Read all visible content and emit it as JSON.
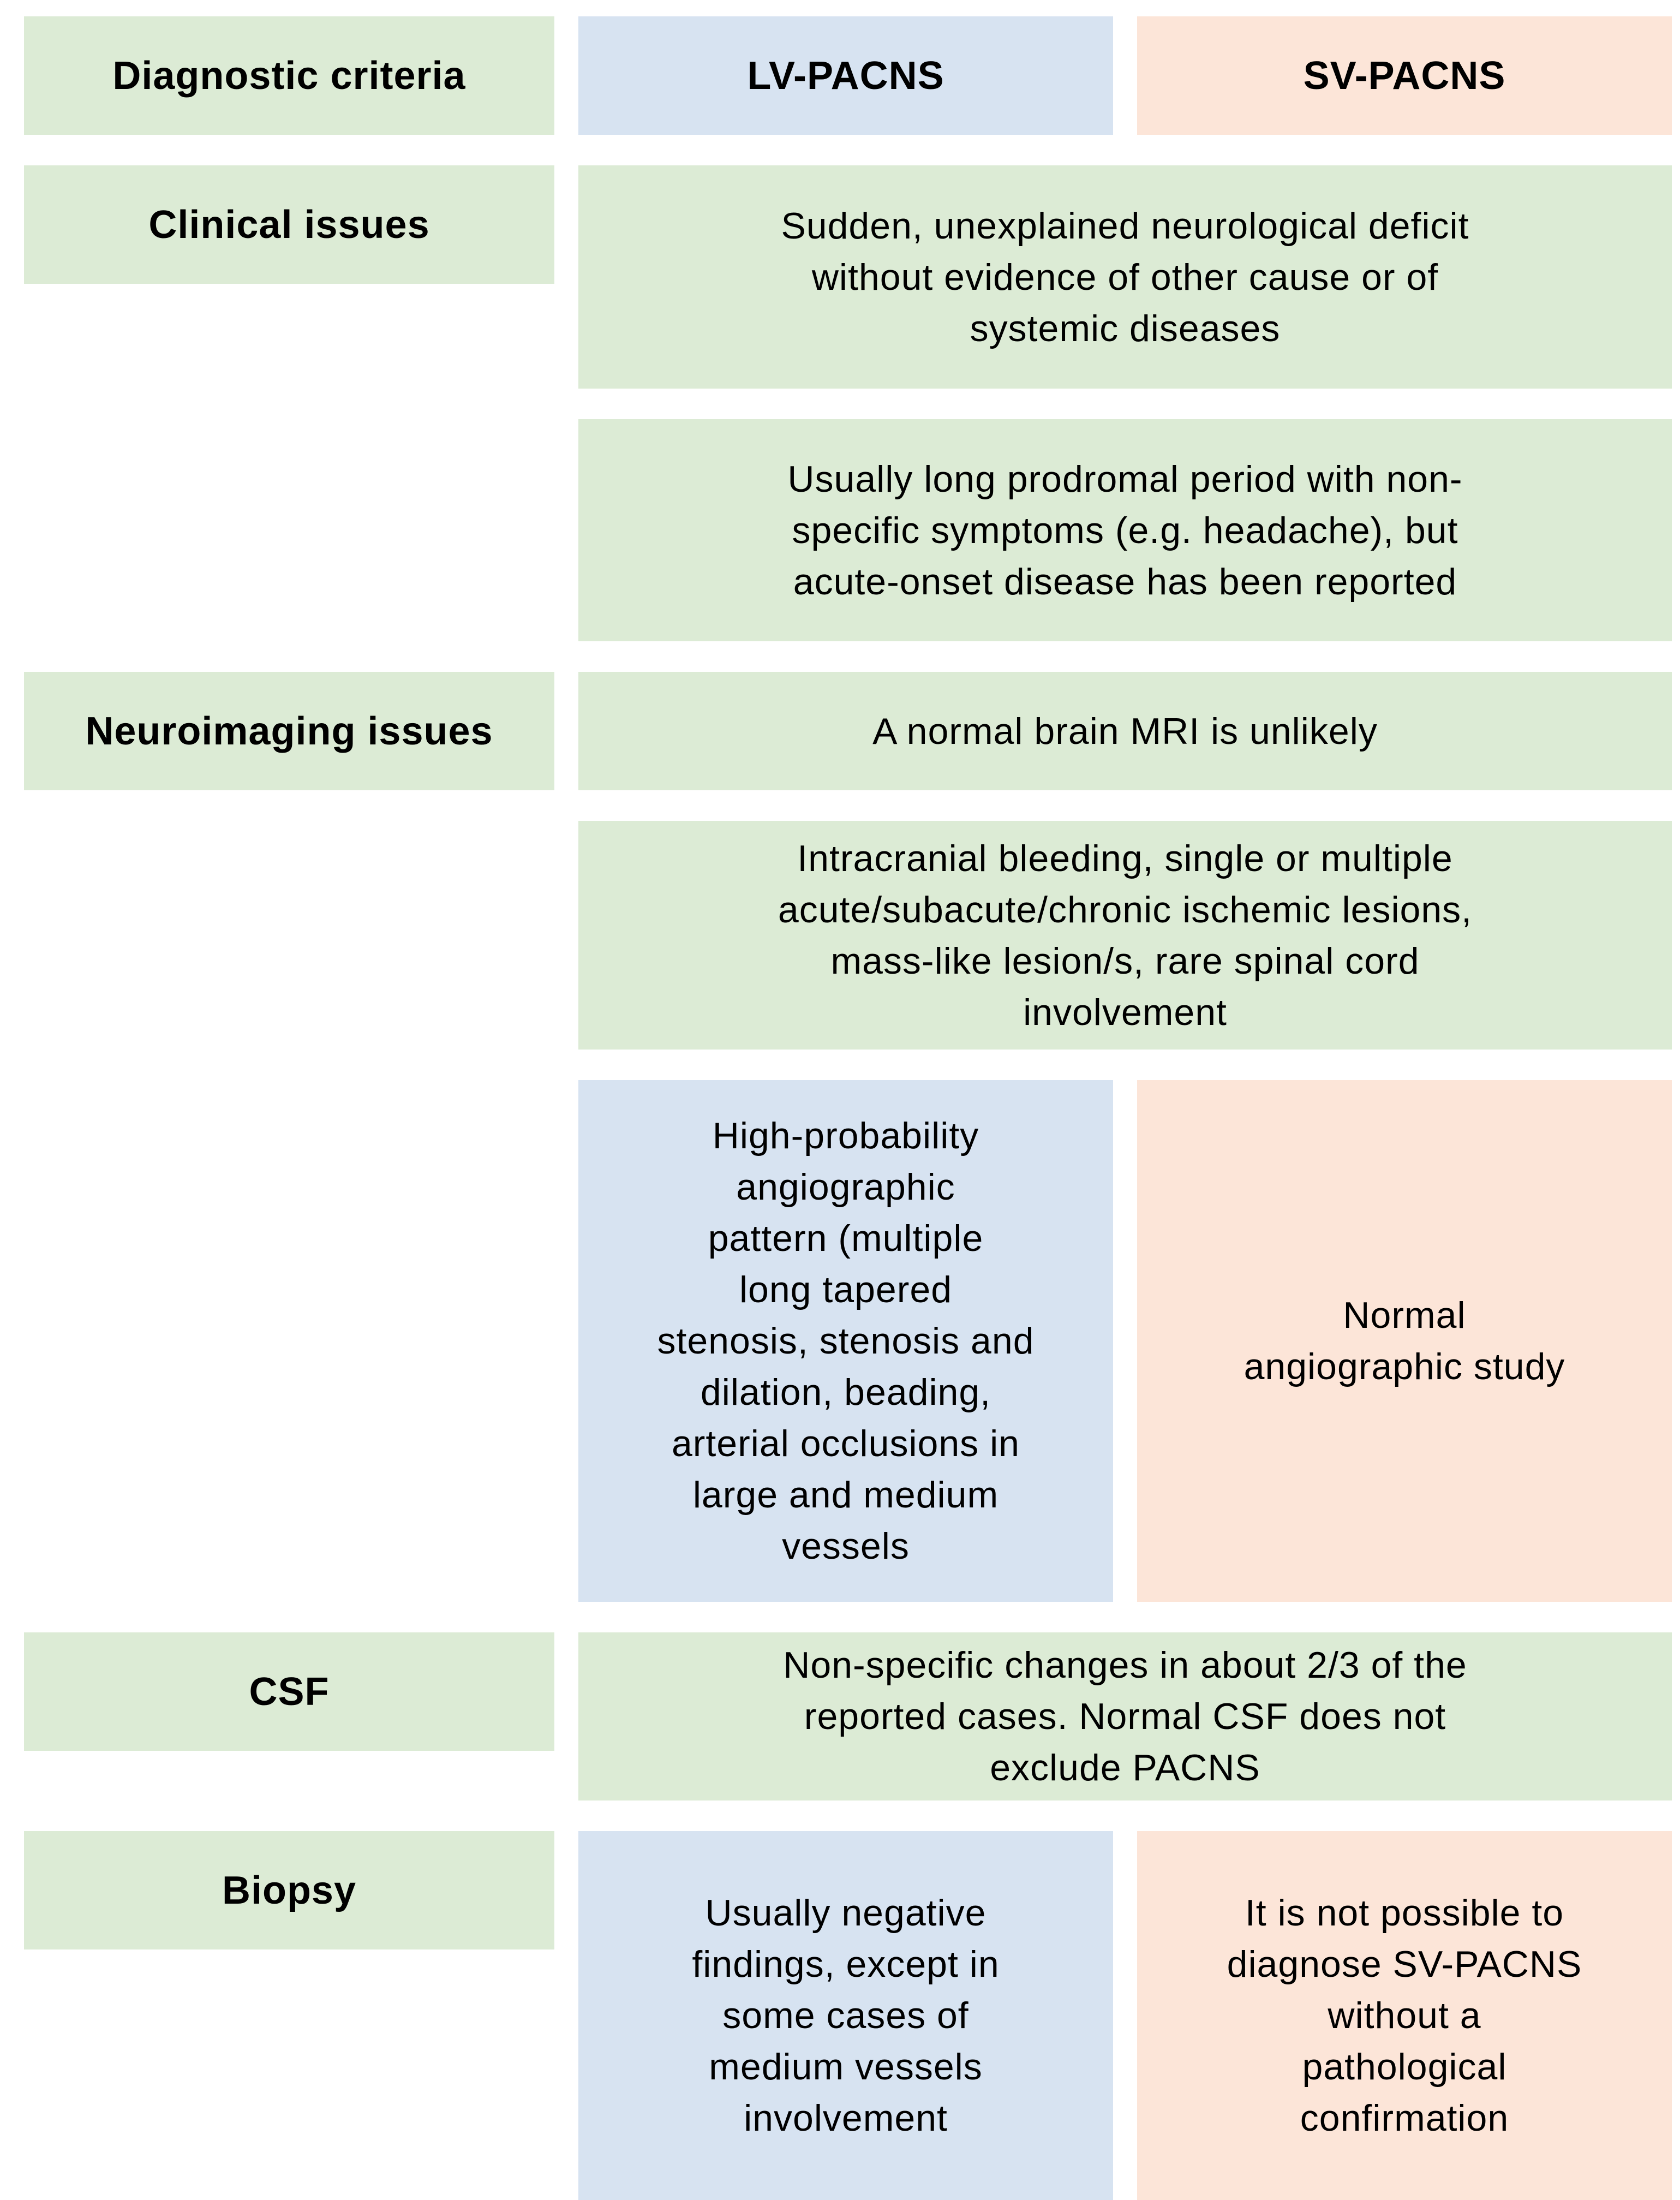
{
  "colors": {
    "label_green": "#dcebd5",
    "lv_blue": "#d7e3f1",
    "sv_orange": "#fce5d8",
    "text": "#000000",
    "background": "#ffffff"
  },
  "header": {
    "criteria": "Diagnostic criteria",
    "lv": "LV-PACNS",
    "sv": "SV-PACNS"
  },
  "rows": [
    {
      "label": "Clinical issues",
      "span": "Sudden, unexplained neurological deficit\nwithout evidence of other cause or of\nsystemic diseases"
    },
    {
      "label": "",
      "span": "Usually long prodromal period with non-\nspecific symptoms (e.g. headache), but\nacute-onset disease has been reported"
    },
    {
      "label": "Neuroimaging issues",
      "span": "A normal brain MRI is unlikely"
    },
    {
      "label": "",
      "span": "Intracranial bleeding, single or multiple\nacute/subacute/chronic ischemic lesions,\nmass-like lesion/s, rare spinal cord\ninvolvement"
    },
    {
      "label": "",
      "lv": "High-probability\nangiographic\npattern (multiple\nlong tapered\nstenosis, stenosis and\ndilation, beading,\narterial occlusions in\nlarge and medium\nvessels",
      "sv": "Normal\nangiographic study"
    },
    {
      "label": "CSF",
      "span": "Non-specific changes in about 2/3 of the\nreported cases. Normal CSF does not\nexclude PACNS"
    },
    {
      "label": "Biopsy",
      "lv": "Usually negative\nfindings, except in\nsome cases of\nmedium vessels\ninvolvement",
      "sv": "It is not possible to\ndiagnose SV-PACNS\nwithout a\npathological\nconfirmation"
    }
  ]
}
